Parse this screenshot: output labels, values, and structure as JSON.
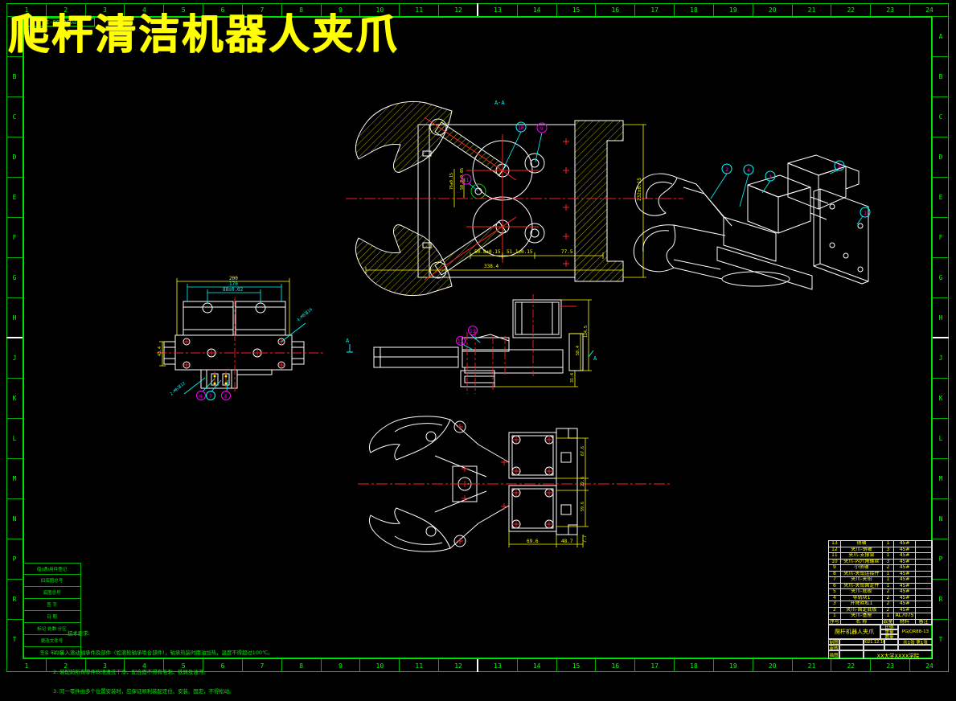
{
  "colors": {
    "frame_green": "#00e000",
    "geometry_white": "#ffffff",
    "dimension_yellow": "#ffff00",
    "centerline_red": "#ff2020",
    "leader_cyan": "#00ffff",
    "balloon_magenta": "#ff00ff",
    "title_yellow": "#ffff00",
    "background": "#000000"
  },
  "frame": {
    "columns": [
      "1",
      "2",
      "3",
      "4",
      "5",
      "6",
      "7",
      "8",
      "9",
      "10",
      "11",
      "12",
      "13",
      "14",
      "15",
      "16",
      "17",
      "18",
      "19",
      "20",
      "21",
      "22",
      "23",
      "24"
    ],
    "rows": [
      "A",
      "B",
      "C",
      "D",
      "E",
      "F",
      "G",
      "H",
      "J",
      "K",
      "L",
      "M",
      "N",
      "P",
      "R",
      "T"
    ],
    "corner_code": "PGJQR88-13"
  },
  "title": "爬杆清洁机器人夹爪",
  "views": {
    "section": {
      "label": "A-A",
      "dims": {
        "b1": "50.8±0.15",
        "b2": "51.1±0.15",
        "b3": "77.5",
        "total": "338.4",
        "right": "232±0.15",
        "l1": "76±0.15",
        "l2": "50.8±0.05"
      },
      "balloons": {
        "b9": "9",
        "b10": "10",
        "b11": "11"
      }
    },
    "plan": {
      "dims": {
        "w1": "200",
        "w2": "170",
        "w3": "88±0.02",
        "h1": "43.4"
      },
      "leaders": {
        "l1": "4-M8深16",
        "l2": "2-M6深12"
      },
      "balloons": {
        "b6": "6",
        "b7": "7",
        "b8": "8"
      }
    },
    "side": {
      "label": "A",
      "dims": {
        "r1": "124.5",
        "r2": "58.4",
        "r3": "31.4"
      },
      "balloons": {
        "b12": "12",
        "b13": "13"
      }
    },
    "front": {
      "dims": {
        "r1": "67.6",
        "r2": "22.6",
        "r3": "59.6",
        "b1": "69.6",
        "b2": "48.7",
        "b3": "7.7"
      }
    },
    "iso": {
      "balloons": {
        "b1": "1",
        "b2": "2",
        "b3": "3",
        "b4": "4",
        "b5": "5"
      }
    }
  },
  "notes": {
    "heading": "技术要求:",
    "lines": [
      "1. 装入滚动轴承件及部件（如滚轮轴承啮合部件），轴承热装时用油加热，温度不得超过100℃。",
      "2. 装配前所有零件均须清洗干净，配合面不得有毛刺、铁屑及油污。",
      "3. 同一零件由多个位置安装时，应保证顺利装配定位、安装、固定，不得松动。"
    ]
  },
  "parts_table": {
    "headers": [
      "序号",
      "名  称",
      "数量",
      "材料",
      "备注"
    ],
    "rows": [
      [
        "13",
        "销轴",
        "1",
        "45#",
        ""
      ],
      [
        "12",
        "夹爪-销轴",
        "3",
        "45#",
        ""
      ],
      [
        "11",
        "夹爪-支撑架",
        "1",
        "45#",
        ""
      ],
      [
        "10",
        "夹爪-内六角螺丝",
        "3",
        "45#",
        ""
      ],
      [
        "9",
        "小销轴",
        "2",
        "45#",
        ""
      ],
      [
        "8",
        "夹爪-夹钳连接件",
        "1",
        "45#",
        ""
      ],
      [
        "7",
        "夹爪-夹钳",
        "1",
        "45#",
        ""
      ],
      [
        "6",
        "夹爪-夹钳固定件",
        "1",
        "45#",
        ""
      ],
      [
        "5",
        "夹爪-底板",
        "2",
        "45#",
        ""
      ],
      [
        "4",
        "导轨块1",
        "2",
        "45#",
        ""
      ],
      [
        "3",
        "升降丝杠1",
        "2",
        "45#",
        ""
      ],
      [
        "2",
        "夹爪-固定底板",
        "2",
        "45#",
        ""
      ],
      [
        "1",
        "夹爪-基座",
        "1",
        "AL7075",
        ""
      ]
    ]
  },
  "title_block": {
    "part_name": "爬杆机器人夹爪",
    "drawing_no": "PGJQR88-13",
    "scale_label": "比例",
    "weight_label": "重量",
    "qty_label": "数量",
    "draw_label": "制图",
    "check_label": "审核",
    "trace_label": "描图",
    "date": "2021.12.16",
    "sheet": "共1张 第1张",
    "org": "XX大学XXXX学院"
  },
  "revision_block": {
    "rows": [
      "借(通)用件登记",
      "旧底图总号",
      "底图总号",
      "签 字",
      "日 期",
      "标记 处数 分区",
      "更改文件号",
      "签名 年月日"
    ]
  }
}
